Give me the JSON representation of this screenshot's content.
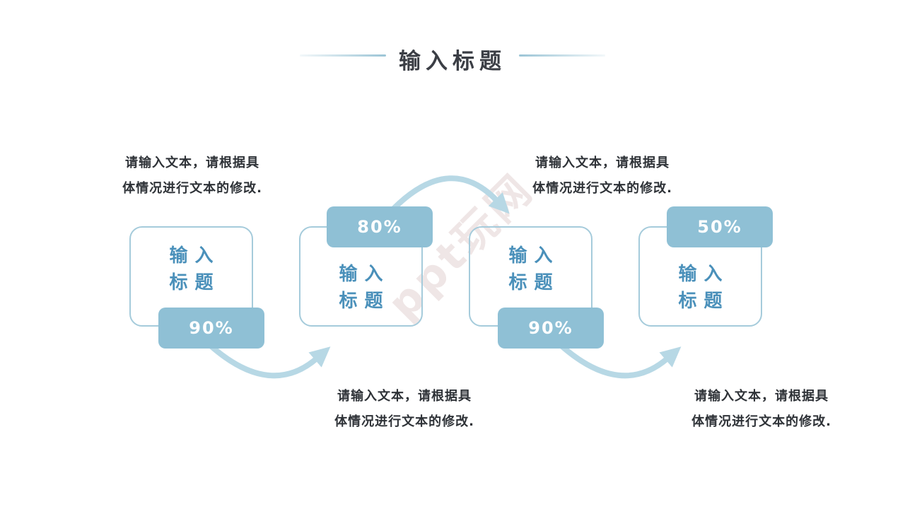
{
  "header": {
    "title": "输入标题"
  },
  "watermark": {
    "text": "ppt玩网"
  },
  "steps": [
    {
      "title_line1": "输入",
      "title_line2": "标题",
      "percent": "90%",
      "badge_position": "bottom"
    },
    {
      "title_line1": "输入",
      "title_line2": "标题",
      "percent": "80%",
      "badge_position": "top"
    },
    {
      "title_line1": "输入",
      "title_line2": "标题",
      "percent": "90%",
      "badge_position": "bottom"
    },
    {
      "title_line1": "输入",
      "title_line2": "标题",
      "percent": "50%",
      "badge_position": "top"
    }
  ],
  "captions": [
    {
      "line1": "请输入文本，请根据具",
      "line2": "体情况进行文本的修改.",
      "position": "top-left"
    },
    {
      "line1": "请输入文本，请根据具",
      "line2": "体情况进行文本的修改.",
      "position": "top-right"
    },
    {
      "line1": "请输入文本，请根据具",
      "line2": "体情况进行文本的修改.",
      "position": "bottom-center"
    },
    {
      "line1": "请输入文本，请根据具",
      "line2": "体情况进行文本的修改.",
      "position": "bottom-right"
    }
  ],
  "colors": {
    "badge_fill": "#8fc0d5",
    "badge_text": "#ffffff",
    "box_border": "#a5cbdb",
    "box_title_text": "#4a90ba",
    "arrow": "#b7d8e5",
    "heading_text": "#3b3e45",
    "body_text": "#2e3237",
    "title_line": "#9cc5d6",
    "watermark": "#cdb1b1"
  }
}
